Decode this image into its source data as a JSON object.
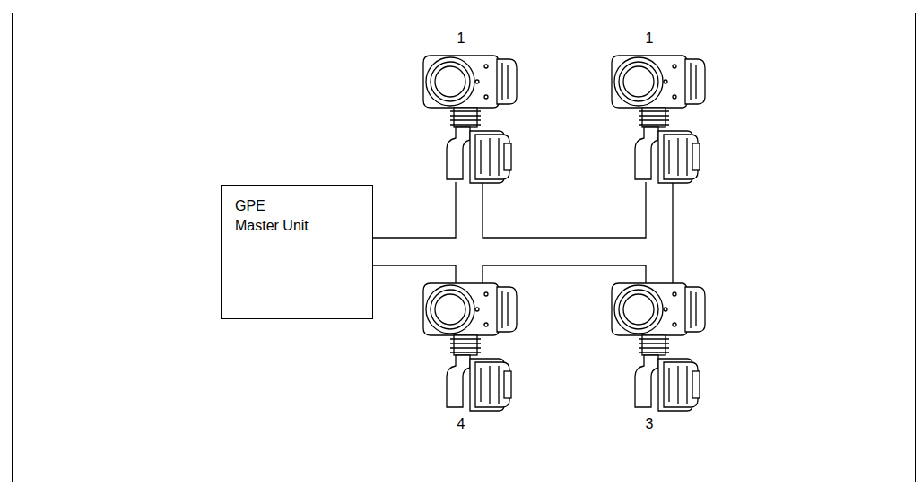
{
  "diagram": {
    "nodes": [
      {
        "text": [
          "GPE Master Unit"
        ]
      }
    ],
    "labels": [
      "1",
      "1",
      "4",
      "3"
    ]
  }
}
